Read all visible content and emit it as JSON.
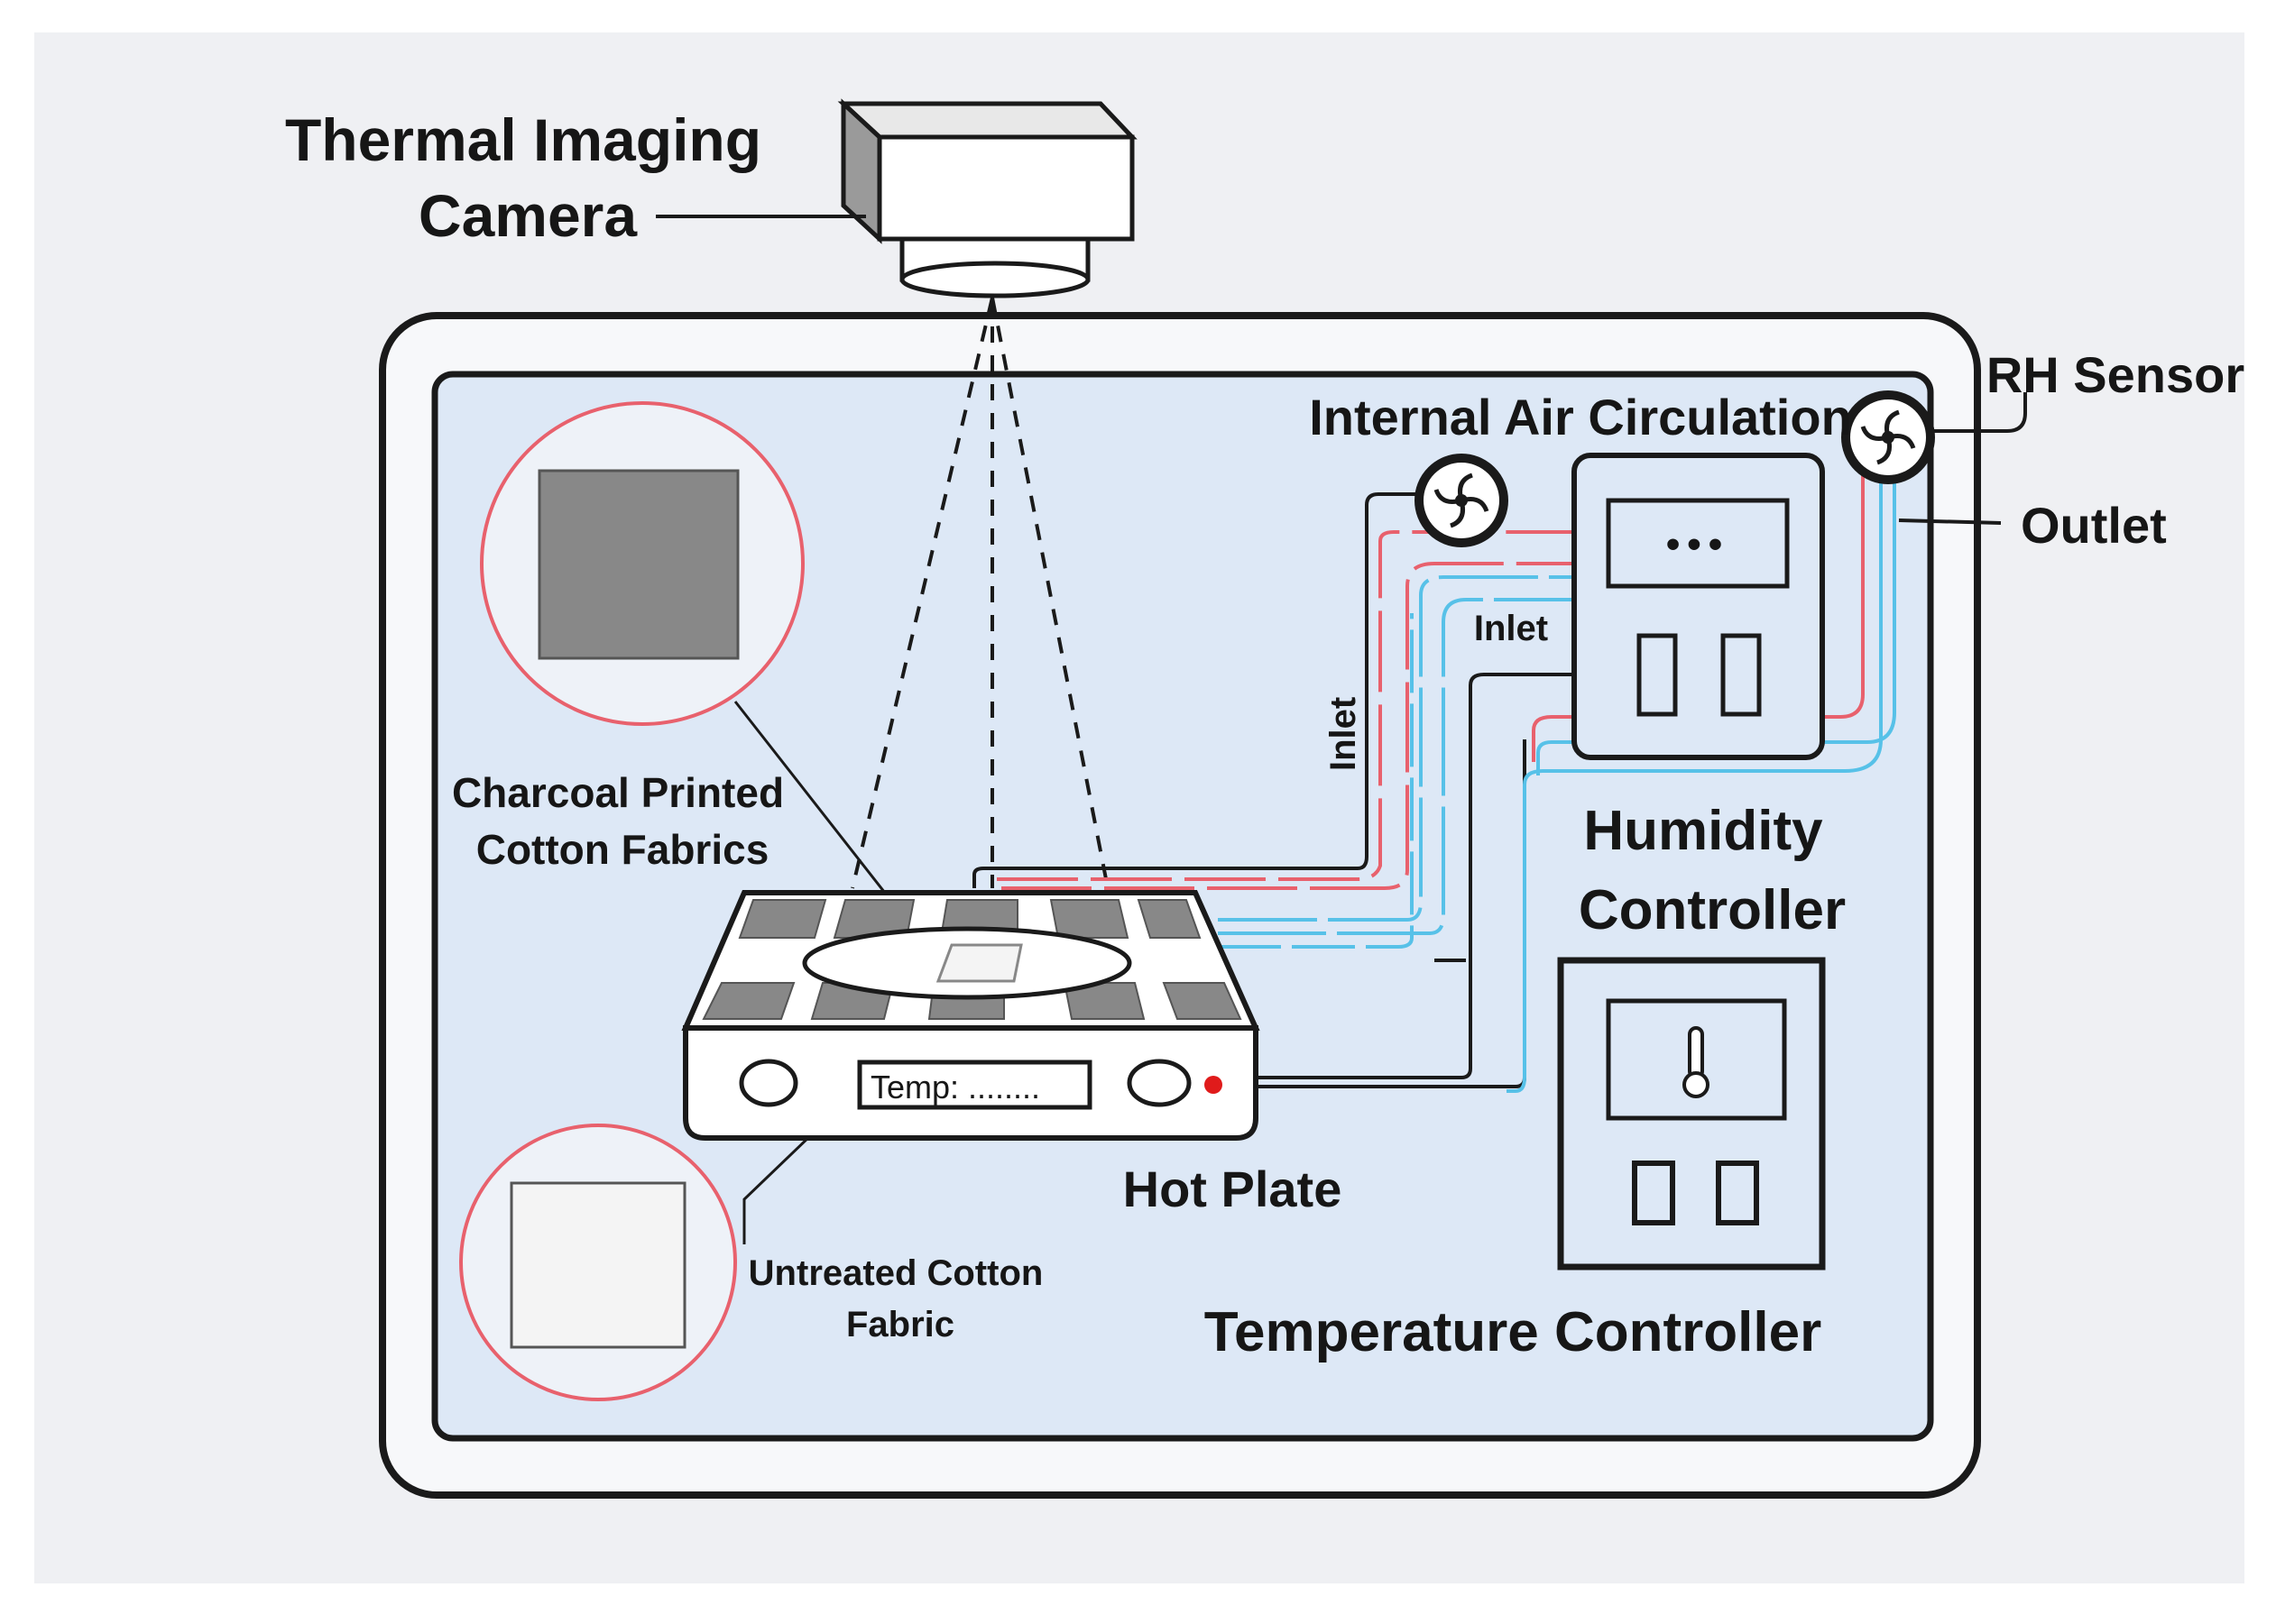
{
  "labels": {
    "camera_line1": "Thermal Imaging",
    "camera_line2": "Camera",
    "rh_sensor": "RH Sensor",
    "internal_air": "Internal Air Circulation",
    "outlet": "Outlet",
    "inlet_vertical": "Inlet",
    "inlet_horizontal": "Inlet",
    "charcoal_line1": "Charcoal Printed",
    "charcoal_line2": "Cotton Fabrics",
    "humidity_line1": "Humidity",
    "humidity_line2": "Controller",
    "temp_display": "Temp: ........",
    "hot_plate": "Hot Plate",
    "untreated_line1": "Untreated Cotton",
    "untreated_line2": "Fabric",
    "temperature_controller": "Temperature Controller"
  },
  "humidity_display": "•••",
  "colors": {
    "background": "#eff0f3",
    "chamber_fill": "#dde8f6",
    "outline": "#1a1a1a",
    "red_line": "#e8616d",
    "blue_line": "#57c1e8",
    "charcoal_swatch": "#888888",
    "untreated_swatch": "#f4f4f4",
    "indicator_dot": "#e01b1b"
  },
  "icons": [
    "fan-icon",
    "thermometer-icon"
  ]
}
